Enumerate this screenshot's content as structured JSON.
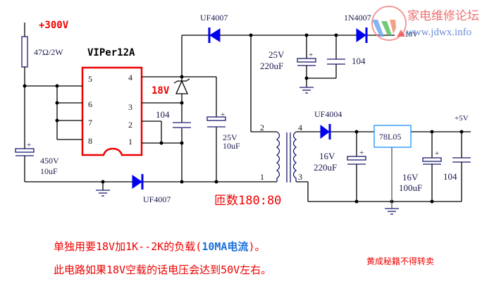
{
  "watermark": {
    "site_name": "家电维修论坛",
    "url": "www.jdwx.info",
    "logo_letter": "W"
  },
  "input": {
    "voltage_label": "+300V",
    "resistor_label": "47Ω/2W",
    "bulk_cap_voltage": "450V",
    "bulk_cap_value": "10uF"
  },
  "chip": {
    "name": "VIPer12A",
    "left_pins": [
      "5",
      "6",
      "7",
      "8"
    ],
    "right_pins": [
      "4",
      "3",
      "2",
      "1"
    ],
    "outline_color": "#ee0000"
  },
  "feedback": {
    "zener_label": "18V",
    "cap_label": "104",
    "vdd_cap_voltage": "25V",
    "vdd_cap_value": "10uF",
    "bottom_diode_label": "UF4007"
  },
  "output_18v": {
    "diode_label": "UF4007",
    "cap_voltage": "25V",
    "cap_value": "220uF",
    "cap2_label": "104",
    "diode2_label": "1N4007",
    "output_label": "+18V"
  },
  "transformer": {
    "pins": [
      "2",
      "1",
      "4",
      "3"
    ],
    "turns_label": "匝数180:80"
  },
  "output_5v": {
    "diode_label": "UF4004",
    "cap_in_voltage": "16V",
    "cap_in_value": "220uF",
    "regulator_label": "78L05",
    "regulator_color": "#1e90ff",
    "cap_out_voltage": "16V",
    "cap_out_value": "100uF",
    "cap_out2_label": "104",
    "output_label": "+5V"
  },
  "notes": {
    "line1_prefix": "单独用要18V加1K--2K的负载(",
    "line1_highlight": "10MA电流",
    "line1_suffix": ")。",
    "line2": "此电路如果18V空载的话电压会达到50V左右。",
    "disclaimer": "黄成秘籍不得转卖"
  }
}
